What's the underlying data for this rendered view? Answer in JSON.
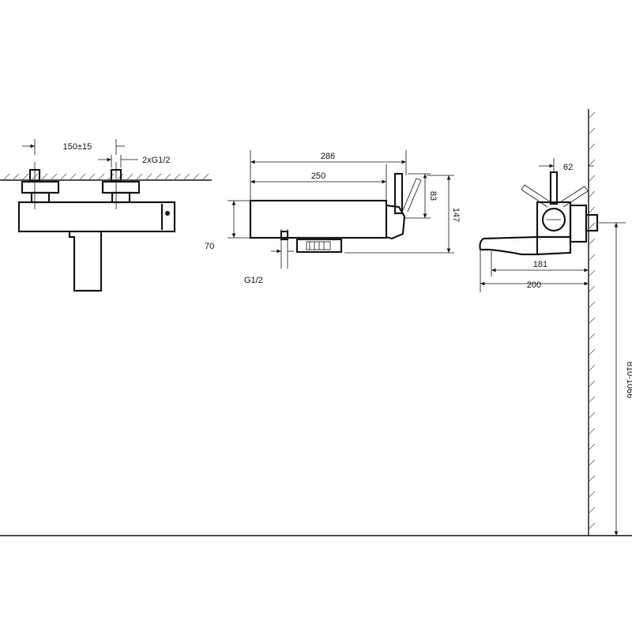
{
  "front_view": {
    "spacing_label": "150±15",
    "connection_label": "2xG1/2"
  },
  "side_view": {
    "total_length_label": "286",
    "body_length_label": "250",
    "height_label": "70",
    "handle_height_label": "83",
    "total_height_label": "147",
    "outlet_label": "G1/2"
  },
  "top_view": {
    "offset_label": "62",
    "spout_reach_label": "181",
    "total_depth_label": "200",
    "mount_height_label": "810-1066"
  },
  "colors": {
    "line": "#1a1a1a",
    "hatch": "#555555",
    "background": "#ffffff"
  }
}
